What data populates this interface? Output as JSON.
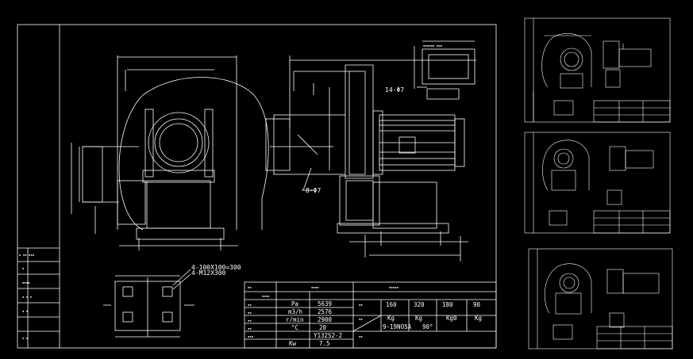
{
  "drawing": {
    "callouts": {
      "dim_14_97": "14-Φ7",
      "dim_8_97": "8-Φ7",
      "bolt_holes": "4-100X100=300",
      "bolt_spec": "4-M12X300"
    },
    "spec_table": {
      "rows": [
        {
          "unit": "Pa",
          "value": "5639"
        },
        {
          "unit": "m3/h",
          "value": "2576"
        },
        {
          "unit": "r/min",
          "value": "2900"
        },
        {
          "unit": "°C",
          "value": "20"
        },
        {
          "unit": "",
          "value": "Y132S2-2"
        },
        {
          "unit": "Kw",
          "value": "7.5"
        }
      ],
      "angles": [
        "160",
        "320",
        "180",
        "90"
      ],
      "weights": [
        "Kg",
        "Kg",
        "Kg0",
        "Kg"
      ],
      "model": "9-19NO5A",
      "angle_note": "90°"
    }
  },
  "colors": {
    "background": "#000000",
    "line": "#ffffff"
  }
}
